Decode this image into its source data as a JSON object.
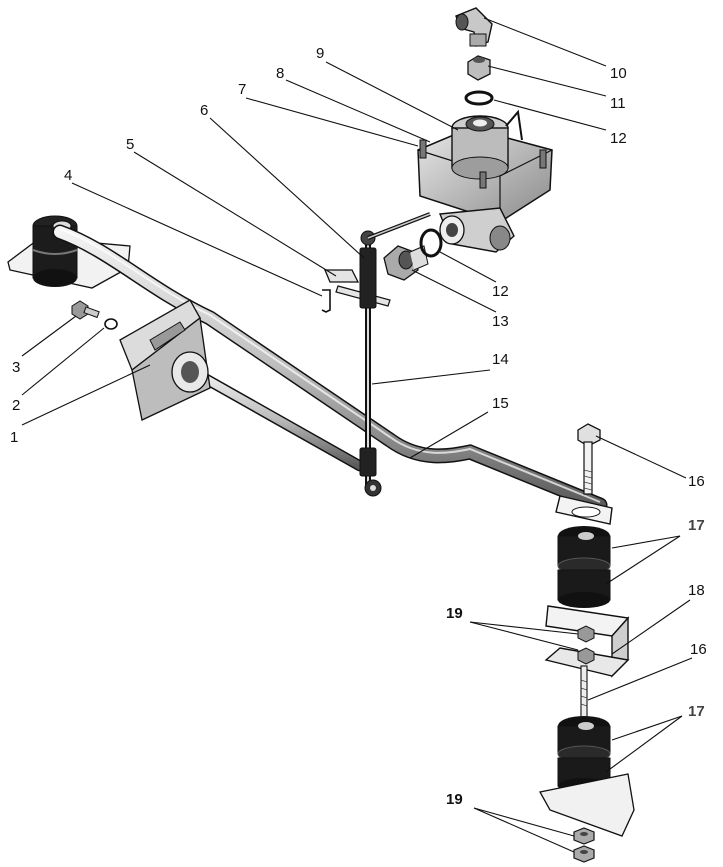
{
  "callouts": {
    "c1": "1",
    "c2": "2",
    "c3": "3",
    "c4": "4",
    "c5": "5",
    "c6": "6",
    "c7": "7",
    "c8": "8",
    "c9": "9",
    "c10": "10",
    "c11": "11",
    "c12a": "12",
    "c12b": "12",
    "c13": "13",
    "c14": "14",
    "c15": "15",
    "c16a": "16",
    "c16b": "16",
    "c17a": "17",
    "c17b": "17",
    "c18": "18",
    "c19a": "19",
    "c19b": "19"
  },
  "colors": {
    "ink": "#111111",
    "shade": "#555555",
    "rubber": "#1a1a1a",
    "paper": "#ffffff"
  }
}
